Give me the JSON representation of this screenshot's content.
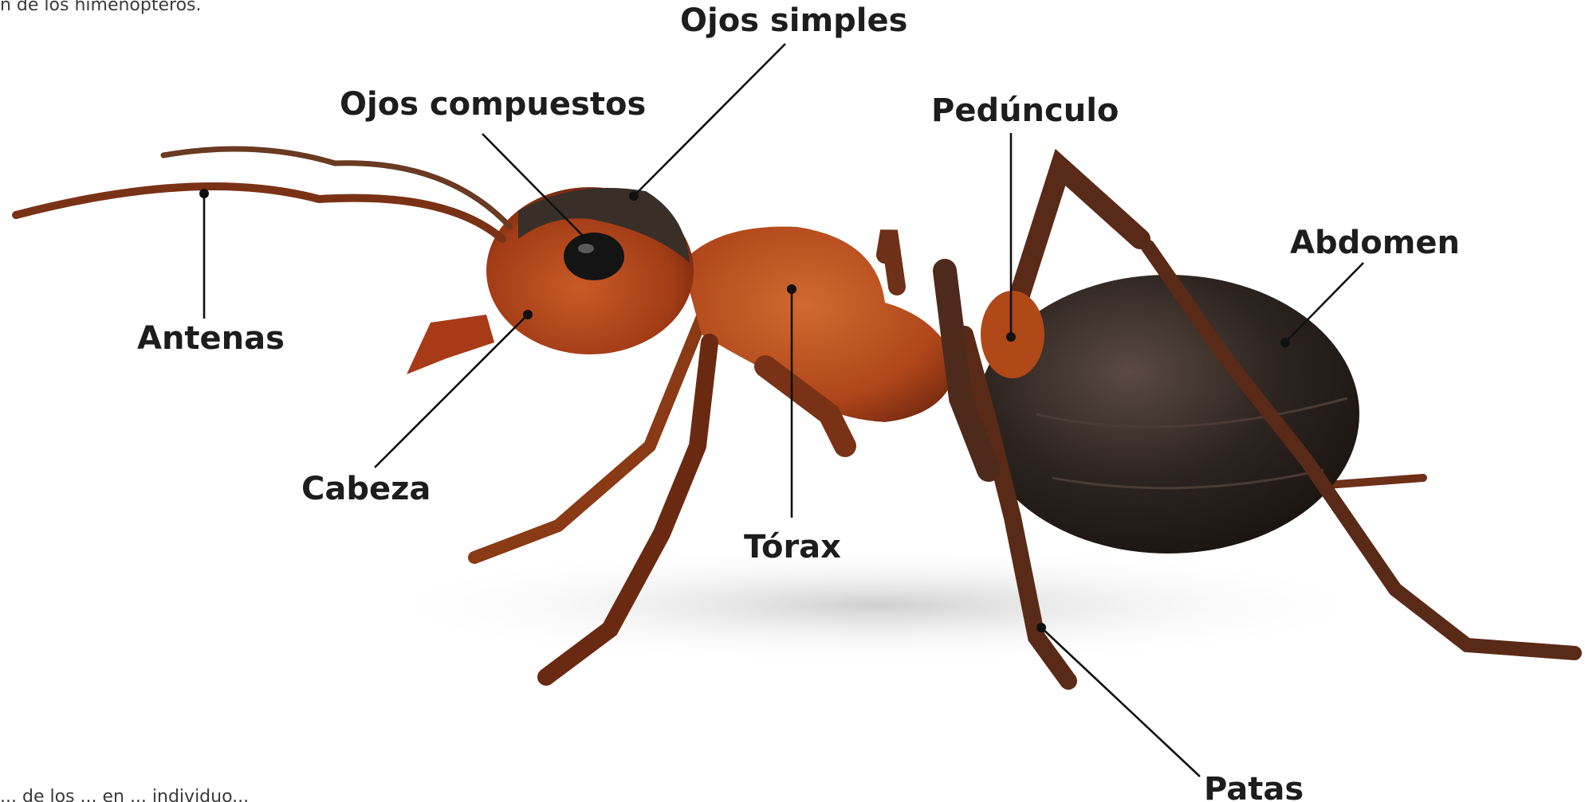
{
  "intro_text": "n de los himenópteros.",
  "caption_text": "... de los ... en ... individuo...",
  "labels": {
    "ojos_simples": "Ojos simples",
    "ojos_compuestos": "Ojos compuestos",
    "pedunculo": "Pedúnculo",
    "abdomen": "Abdomen",
    "antenas": "Antenas",
    "cabeza": "Cabeza",
    "torax": "Tórax",
    "patas": "Patas"
  },
  "colors": {
    "thorax": "#b0461a",
    "head": "#b4471c",
    "abdomen": "#2d2420",
    "legs": "#7a2e14",
    "eye": "#141414",
    "shadow": "#d9d9d9"
  }
}
